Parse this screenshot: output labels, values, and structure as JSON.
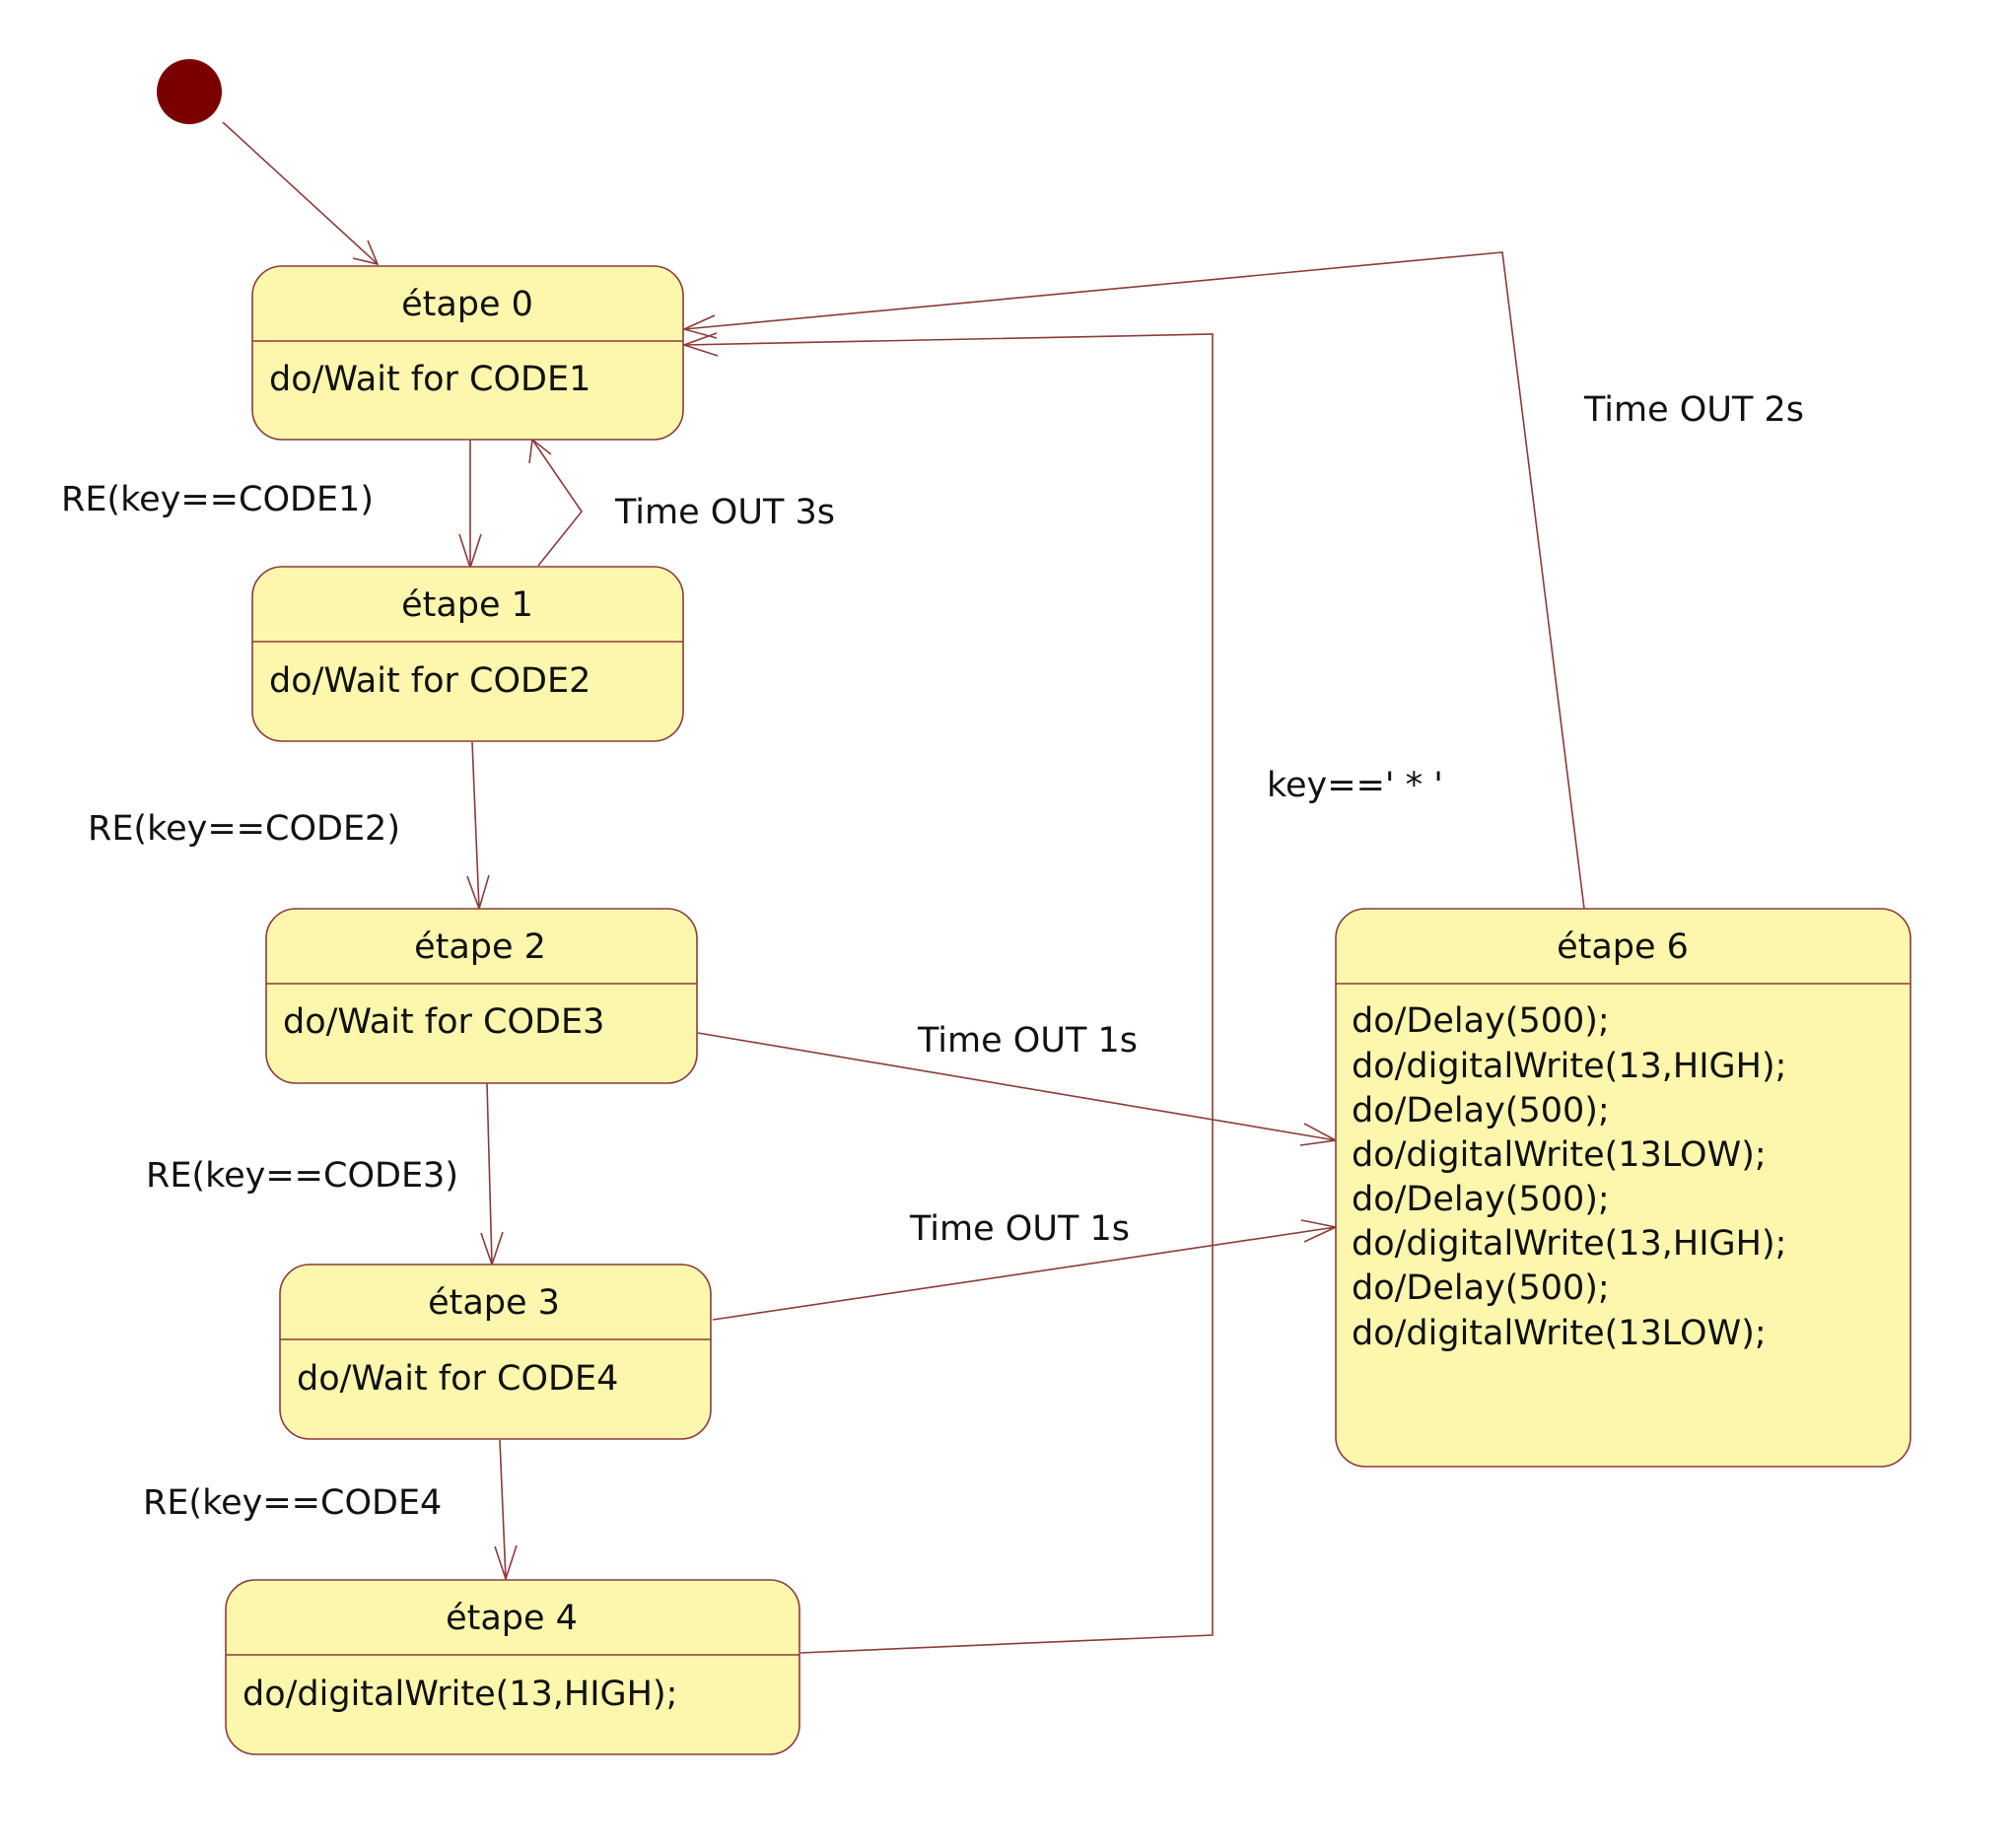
{
  "colors": {
    "state_fill": "#fdf7ad",
    "state_border": "#8b3a3a",
    "edge": "#8b3a3a",
    "initial_node": "#7a0000",
    "text": "#111111"
  },
  "states": [
    {
      "id": "s0",
      "name": "étape 0",
      "actions": [
        "do/Wait for CODE1"
      ]
    },
    {
      "id": "s1",
      "name": "étape 1",
      "actions": [
        "do/Wait for CODE2"
      ]
    },
    {
      "id": "s2",
      "name": "étape 2",
      "actions": [
        "do/Wait for CODE3"
      ]
    },
    {
      "id": "s3",
      "name": "étape 3",
      "actions": [
        "do/Wait for CODE4"
      ]
    },
    {
      "id": "s4",
      "name": "étape 4",
      "actions": [
        "do/digitalWrite(13,HIGH);"
      ]
    },
    {
      "id": "s6",
      "name": "étape 6",
      "actions": [
        "do/Delay(500);",
        "do/digitalWrite(13,HIGH);",
        "do/Delay(500);",
        "do/digitalWrite(13LOW);",
        "do/Delay(500);",
        "do/digitalWrite(13,HIGH);",
        "do/Delay(500);",
        "do/digitalWrite(13LOW);"
      ]
    }
  ],
  "transitions": [
    {
      "id": "init",
      "from": "initial",
      "to": "s0",
      "label": ""
    },
    {
      "id": "t01",
      "from": "s0",
      "to": "s1",
      "label": "RE(key==CODE1)"
    },
    {
      "id": "t10",
      "from": "s1",
      "to": "s0",
      "label": "Time OUT 3s"
    },
    {
      "id": "t12",
      "from": "s1",
      "to": "s2",
      "label": "RE(key==CODE2)"
    },
    {
      "id": "t23",
      "from": "s2",
      "to": "s3",
      "label": "RE(key==CODE3)"
    },
    {
      "id": "t26",
      "from": "s2",
      "to": "s6",
      "label": "Time OUT 1s"
    },
    {
      "id": "t34",
      "from": "s3",
      "to": "s4",
      "label": "RE(key==CODE4"
    },
    {
      "id": "t36",
      "from": "s3",
      "to": "s6",
      "label": "Time OUT 1s"
    },
    {
      "id": "t40",
      "from": "s4",
      "to": "s0",
      "label": "key==' * '"
    },
    {
      "id": "t60",
      "from": "s6",
      "to": "s0",
      "label": "Time OUT 2s"
    }
  ]
}
